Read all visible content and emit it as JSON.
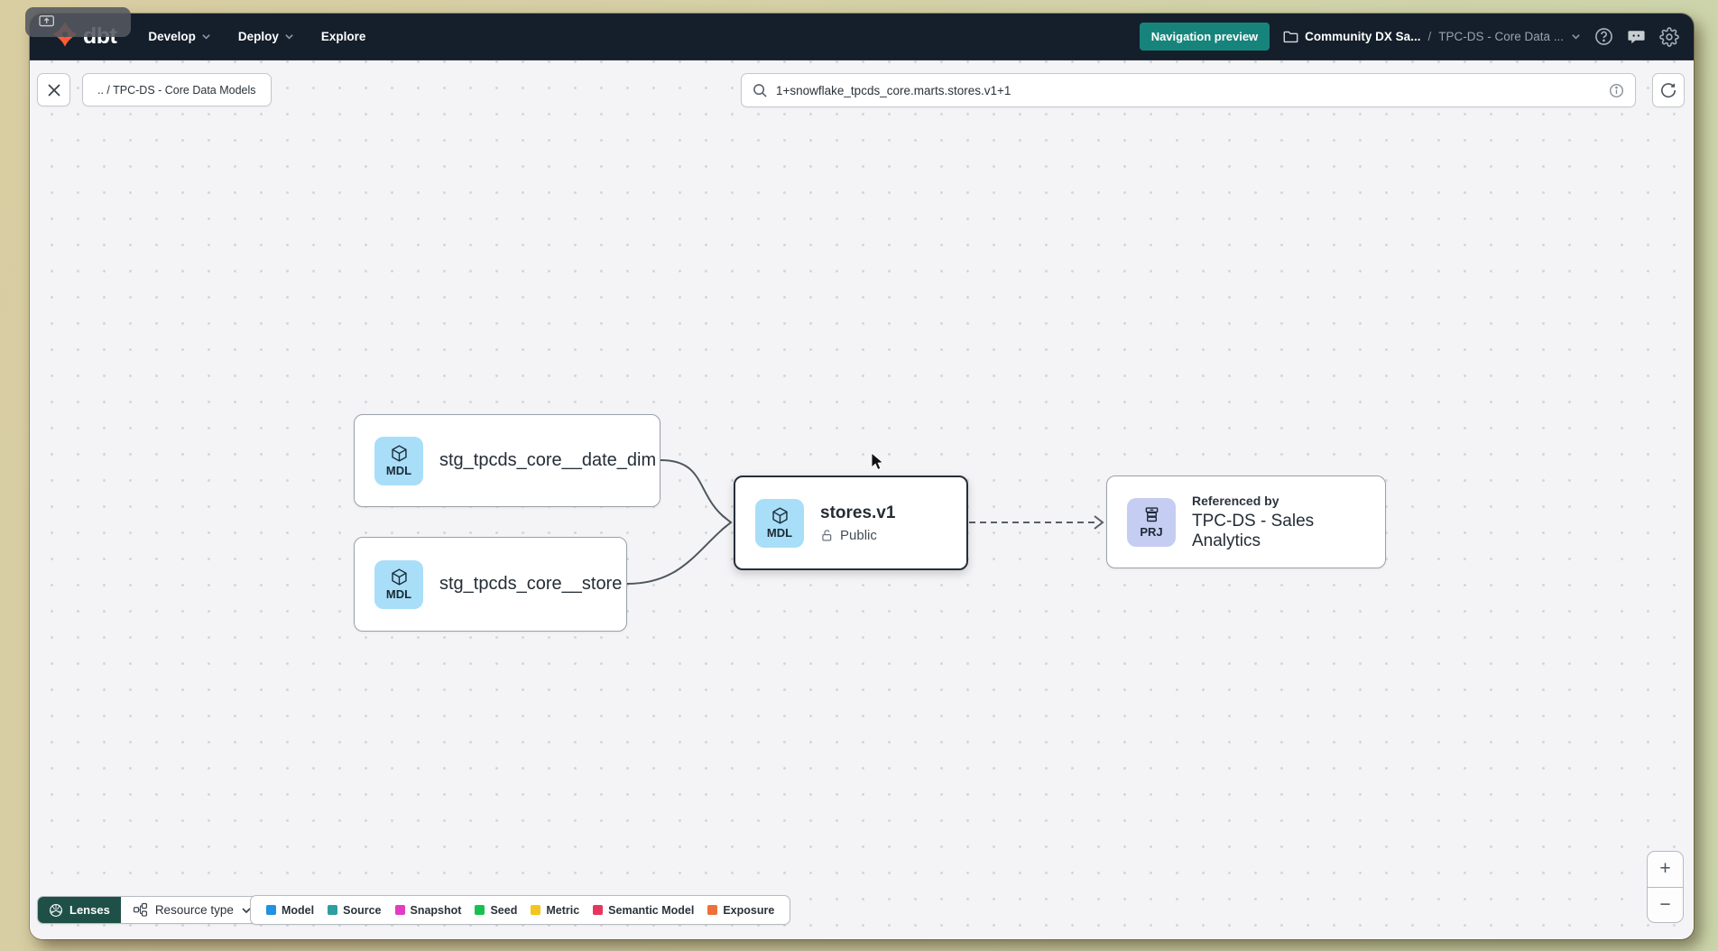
{
  "topbar": {
    "brand": "dbt",
    "menus": [
      {
        "label": "Develop"
      },
      {
        "label": "Deploy"
      },
      {
        "label": "Explore"
      }
    ],
    "preview_badge": "Navigation preview",
    "breadcrumb": {
      "account": "Community DX Sa...",
      "separator": "/",
      "project": "TPC-DS - Core Data ..."
    }
  },
  "canvas_toolbar": {
    "breadcrumb_chip": ".. / TPC-DS - Core Data Models",
    "search": {
      "value": "1+snowflake_tpcds_core.marts.stores.v1+1"
    }
  },
  "graph": {
    "nodes": [
      {
        "badge": "MDL",
        "label": "stg_tpcds_core__date_dim"
      },
      {
        "badge": "MDL",
        "label": "stg_tpcds_core__store"
      },
      {
        "badge": "MDL",
        "label": "stores.v1",
        "visibility": "Public",
        "selected": true
      },
      {
        "badge": "PRJ",
        "title": "Referenced by",
        "label": "TPC-DS - Sales Analytics"
      }
    ]
  },
  "footer": {
    "lenses": "Lenses",
    "resource_type": "Resource type",
    "legend": [
      {
        "label": "Model",
        "color": "#2191e3"
      },
      {
        "label": "Source",
        "color": "#2f9e9e"
      },
      {
        "label": "Snapshot",
        "color": "#e23cc3"
      },
      {
        "label": "Seed",
        "color": "#18c14d"
      },
      {
        "label": "Metric",
        "color": "#f2c61d"
      },
      {
        "label": "Semantic Model",
        "color": "#e8355f"
      },
      {
        "label": "Exposure",
        "color": "#ee6f3a"
      }
    ]
  },
  "zoom_controls": {
    "zoom_in": "+",
    "zoom_out": "−"
  },
  "colors": {
    "brand_orange": "#ff5c35",
    "topbar_bg": "#141f2b",
    "preview_badge_bg": "#17847c",
    "lenses_button_bg": "#1e5048",
    "model_badge_bg": "#a8def7",
    "project_badge_bg": "#c5cdf2"
  }
}
